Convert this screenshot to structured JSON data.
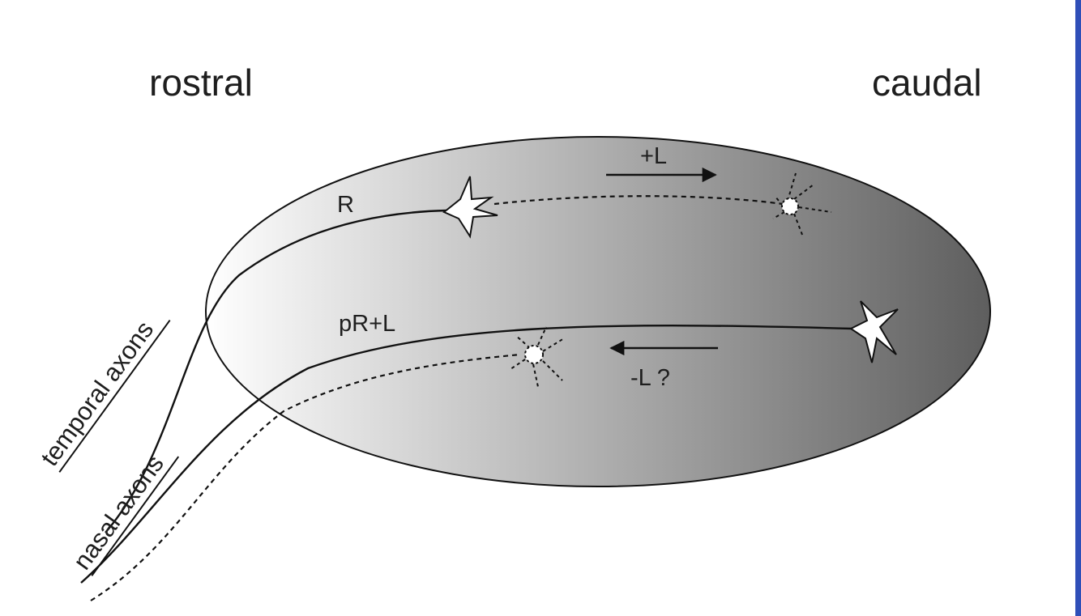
{
  "labels": {
    "rostral": "rostral",
    "caudal": "caudal",
    "R": "R",
    "pR_L": "pR+L",
    "plus_L": "+L",
    "minus_L": "-L ?",
    "temporal_axons": "temporal axons",
    "nasal_axons": "nasal axons"
  },
  "colors": {
    "gradient_light": "#ffffff",
    "gradient_dark": "#5e5e5e",
    "line": "#111111",
    "edge_bar": "#2f4fb8"
  }
}
